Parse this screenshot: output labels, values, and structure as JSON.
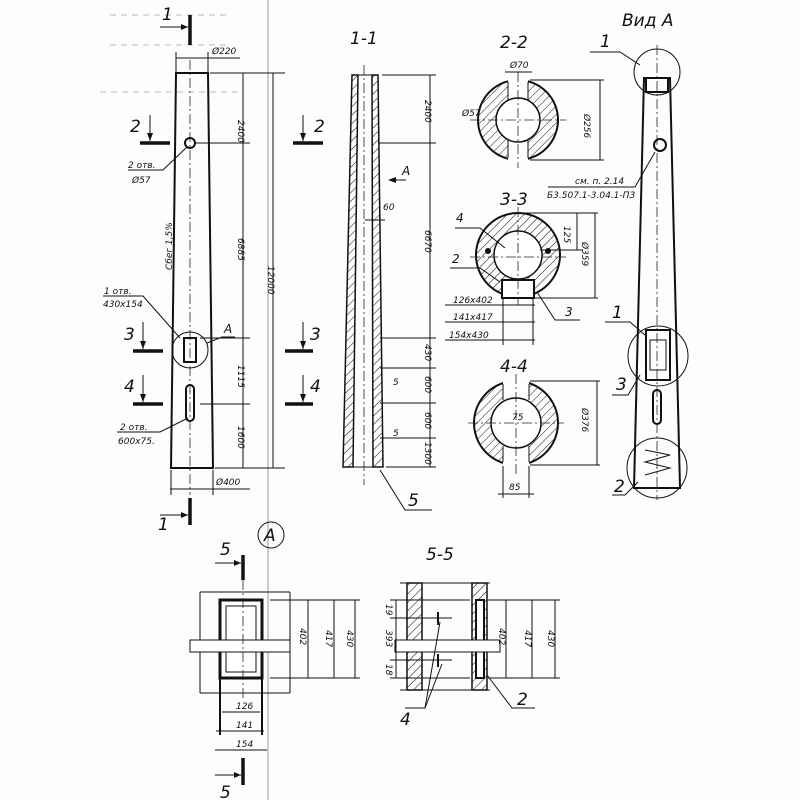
{
  "main_view": {
    "section_1_top": "1",
    "section_1_bottom": "1",
    "section_2_left": "2",
    "section_2_right": "2",
    "section_3_left": "3",
    "section_3_right": "3",
    "section_4_left": "4",
    "section_4_right": "4",
    "top_diameter": "Ø220",
    "bottom_diameter": "Ø400",
    "taper": "Сбег 1,5%",
    "hole_note_count": "2 отв.",
    "hole_note_size": "Ø57",
    "slot_note_count": "1 отв.",
    "slot_note_size": "430x154",
    "view_a_marker": "A",
    "long_slot_count": "2 отв.",
    "long_slot_size": "600x75.",
    "dims": [
      "2400",
      "6885",
      "1115",
      "1600"
    ],
    "overall_length": "12000"
  },
  "section_1_1": {
    "title": "1-1",
    "view_arrow": "A",
    "wall": "60",
    "dims": [
      "2400",
      "6670",
      "430",
      "600",
      "600",
      "1300"
    ],
    "gap_1": "5",
    "gap_2": "5",
    "callout": "5"
  },
  "section_2_2": {
    "title": "2-2",
    "d_hole": "Ø70",
    "d_inner": "Ø57",
    "d_outer": "Ø256"
  },
  "section_3_3": {
    "title": "3-3",
    "callout_4": "4",
    "callout_2": "2",
    "callout_3": "3",
    "dim_125": "125",
    "d_outer": "Ø359",
    "sizes": [
      "126x402",
      "141x417",
      "154x430"
    ]
  },
  "section_4_4": {
    "title": "4-4",
    "d_outer": "Ø376",
    "d_hole": "75",
    "width": "85"
  },
  "view_a": {
    "title": "Вид  А",
    "callout_1_top": "1",
    "callout_1_mid": "1",
    "callout_3": "3",
    "callout_2": "2",
    "ref_line1": "см. п. 2.14",
    "ref_line2": "Б3.507.1-3.04.1-ПЗ"
  },
  "detail_a": {
    "marker": "A",
    "cut_top": "5",
    "cut_bottom": "5",
    "heights": [
      "402",
      "417",
      "430"
    ],
    "widths": [
      "126",
      "141",
      "154"
    ]
  },
  "section_5_5": {
    "title": "5-5",
    "dims_left": [
      "19",
      "393",
      "18"
    ],
    "heights": [
      "402",
      "417",
      "430"
    ],
    "callout_4": "4",
    "callout_2": "2"
  }
}
